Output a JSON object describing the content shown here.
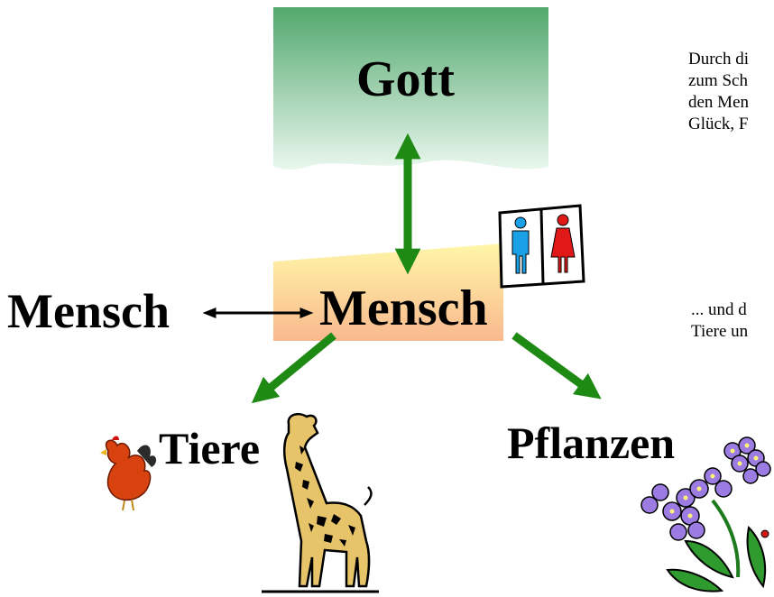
{
  "diagram": {
    "nodes": {
      "gott": "Gott",
      "mensch_center": "Mensch",
      "mensch_left": "Mensch",
      "tiere": "Tiere",
      "pflanzen": "Pflanzen"
    },
    "side_text_top": [
      "Durch di",
      "zum Sch",
      "den Men",
      "Glück, F"
    ],
    "side_text_mid": [
      "... und d",
      "Tiere un"
    ],
    "edges": [
      {
        "from": "gott",
        "to": "mensch_center",
        "kind": "double-arrow",
        "color": "#1e8a14"
      },
      {
        "from": "mensch_center",
        "to": "mensch_left",
        "kind": "double-arrow",
        "color": "#000000"
      },
      {
        "from": "mensch_center",
        "to": "tiere",
        "kind": "arrow",
        "color": "#1e8a14"
      },
      {
        "from": "mensch_center",
        "to": "pflanzen",
        "kind": "arrow",
        "color": "#1e8a14"
      }
    ]
  },
  "colors": {
    "gott_box_top": "#52a86e",
    "gott_box_bottom": "#eaf7ee",
    "mensch_box_top": "#fff6a8",
    "mensch_box_bottom": "#f9b98e",
    "arrow_green": "#1e8a14",
    "male_icon": "#1aa0e6",
    "female_icon": "#e01818"
  },
  "icons": [
    "restroom-sign-icon",
    "rooster-icon",
    "giraffe-icon",
    "flowers-icon"
  ]
}
